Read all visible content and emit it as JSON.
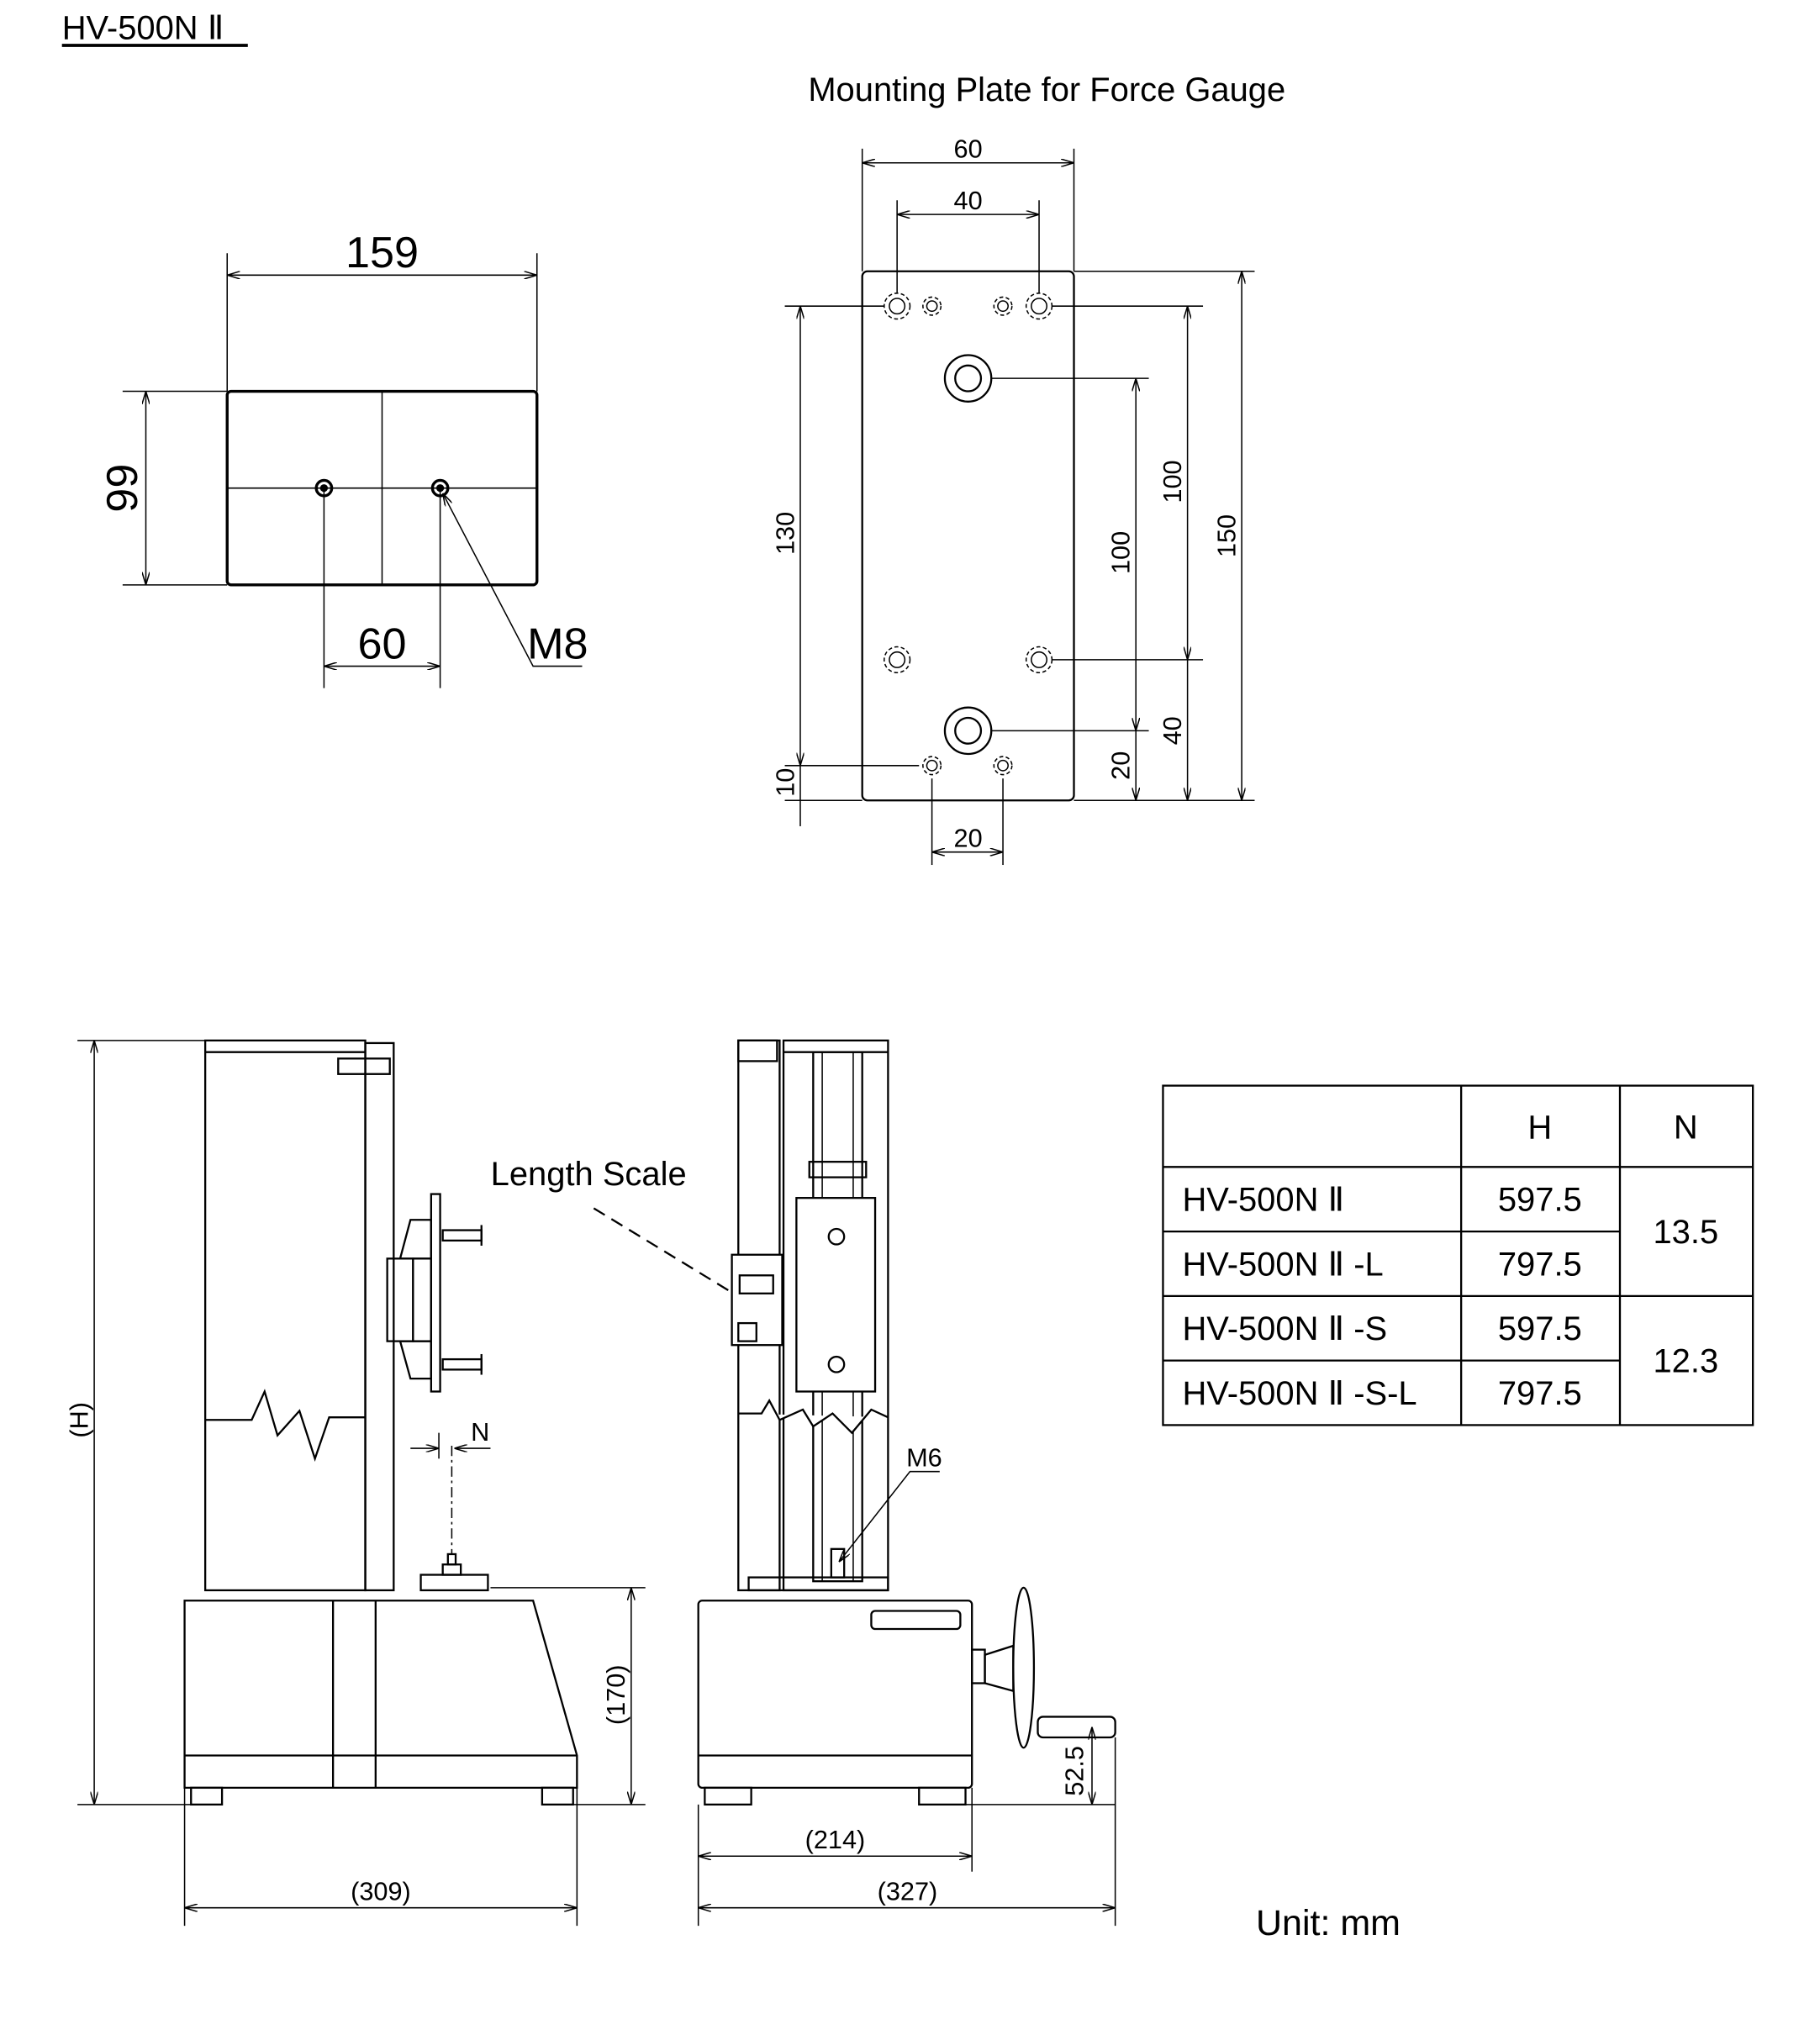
{
  "title": "HV-500N Ⅱ",
  "plate_title": "Mounting Plate for Force Gauge",
  "top_view": {
    "width": "159",
    "depth": "99",
    "hole_spacing": "60",
    "thread": "M8"
  },
  "plate_dims": {
    "w60": "60",
    "w40": "40",
    "w20": "20",
    "v130": "130",
    "v10": "10",
    "v100a": "100",
    "v20": "20",
    "v100b": "100",
    "v40": "40",
    "v150": "150"
  },
  "side_view": {
    "height": "(H)",
    "base_height": "(170)",
    "depth": "(309)",
    "n_label": "N"
  },
  "front_view": {
    "length_scale": "Length Scale",
    "thread": "M6",
    "width": "(214)",
    "overall_width": "(327)",
    "handle_height": "52.5"
  },
  "table": {
    "headers": [
      "",
      "H",
      "N"
    ],
    "rows": [
      {
        "model": "HV-500N Ⅱ",
        "H": "597.5"
      },
      {
        "model": "HV-500N Ⅱ -L",
        "H": "797.5"
      },
      {
        "model": "HV-500N Ⅱ -S",
        "H": "597.5"
      },
      {
        "model": "HV-500N Ⅱ -S-L",
        "H": "797.5"
      }
    ],
    "n_values": [
      "13.5",
      "12.3"
    ]
  },
  "unit": "Unit: mm"
}
